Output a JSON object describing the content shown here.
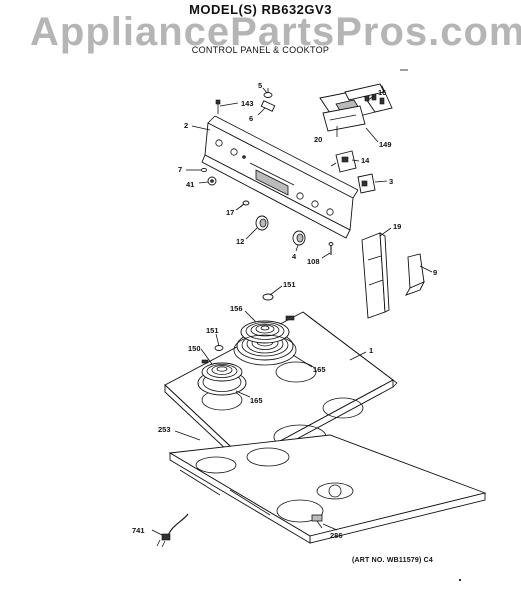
{
  "header": {
    "model": "MODEL(S) RB632GV3",
    "section": "CONTROL PANEL & COOKTOP",
    "watermark": "AppliancePartsPros.com"
  },
  "footer": {
    "art_no": "(ART NO. WB11579) C4"
  },
  "callouts": {
    "c1": "1",
    "c2": "2",
    "c3": "3",
    "c4": "4",
    "c5": "5",
    "c6": "6",
    "c7": "7",
    "c9": "9",
    "c12": "12",
    "c14": "14",
    "c16": "16",
    "c17": "17",
    "c19": "19",
    "c20": "20",
    "c41": "41",
    "c108": "108",
    "c143": "143",
    "c149": "149",
    "c150": "150",
    "c151a": "151",
    "c151b": "151",
    "c156": "156",
    "c165a": "165",
    "c165b": "165",
    "c253": "253",
    "c286": "286",
    "c741": "741"
  }
}
